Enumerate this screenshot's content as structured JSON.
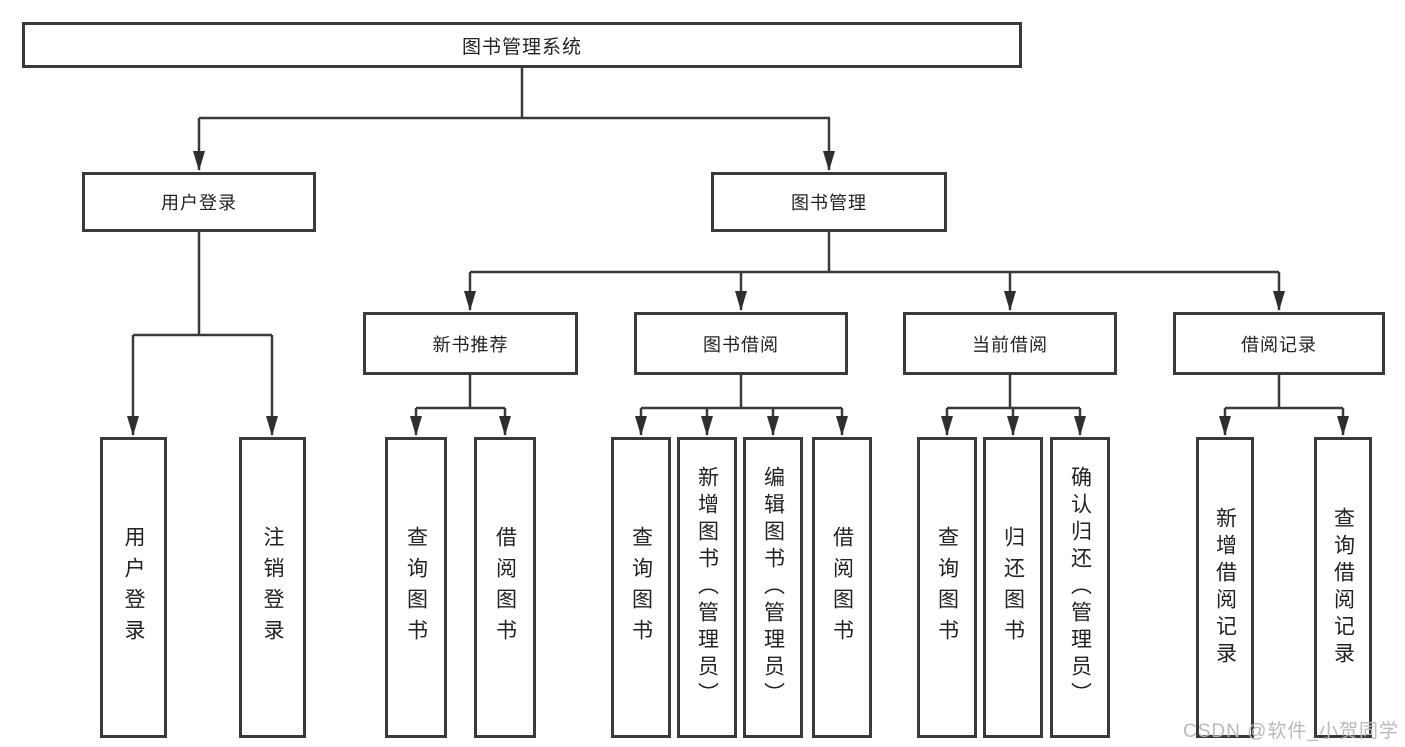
{
  "tree": {
    "root": {
      "label": "图书管理系统"
    },
    "children": [
      {
        "label": "用户登录",
        "children": [
          {
            "label": "用户登录"
          },
          {
            "label": "注销登录"
          }
        ]
      },
      {
        "label": "图书管理",
        "children": [
          {
            "label": "新书推荐",
            "children": [
              {
                "label": "查询图书"
              },
              {
                "label": "借阅图书"
              }
            ]
          },
          {
            "label": "图书借阅",
            "children": [
              {
                "label": "查询图书"
              },
              {
                "label": "新增图书（管理员）"
              },
              {
                "label": "编辑图书（管理员）"
              },
              {
                "label": "借阅图书"
              }
            ]
          },
          {
            "label": "当前借阅",
            "children": [
              {
                "label": "查询图书"
              },
              {
                "label": "归还图书"
              },
              {
                "label": "确认归还（管理员）"
              }
            ]
          },
          {
            "label": "借阅记录",
            "children": [
              {
                "label": "新增借阅记录"
              },
              {
                "label": "查询借阅记录"
              }
            ]
          }
        ]
      }
    ]
  },
  "watermark": {
    "text": "CSDN @软件_小贺同学"
  },
  "colors": {
    "line": "#3a3a3a",
    "text": "#222222",
    "watermark": "#b9b9b9",
    "background": "#ffffff"
  }
}
